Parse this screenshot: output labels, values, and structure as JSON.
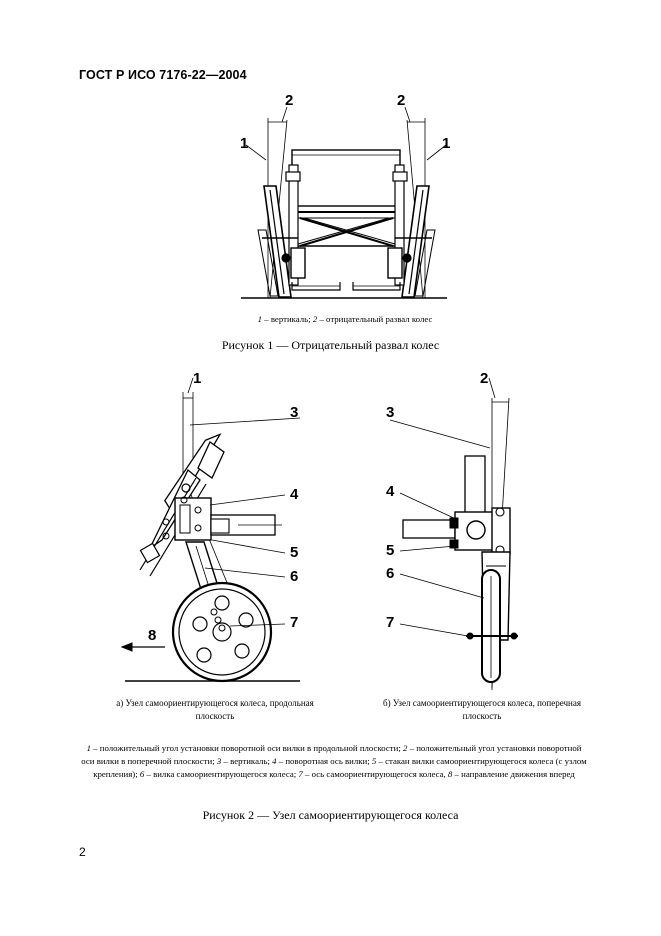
{
  "header": {
    "standard": "ГОСТ Р ИСО 7176-22—2004"
  },
  "figure1": {
    "legend": [
      {
        "num": "1",
        "text": " – вертикаль; "
      },
      {
        "num": "2",
        "text": " – отрицательный развал колес"
      }
    ],
    "title": "Рисунок 1 — Отрицательный развал колес",
    "labels": [
      "1",
      "2",
      "2",
      "1"
    ]
  },
  "figure2": {
    "sub_a": {
      "line1": "а)  Узел самоориентирующегося колеса, продольная",
      "line2": "плоскость"
    },
    "sub_b": {
      "line1": "б)  Узел самоориентирующегося колеса, поперечная",
      "line2": "плоскость"
    },
    "labels_a": [
      "1",
      "3",
      "4",
      "5",
      "6",
      "7",
      "8"
    ],
    "labels_b": [
      "2",
      "3",
      "4",
      "5",
      "6",
      "7"
    ],
    "legend": [
      {
        "num": "1",
        "text": " – положительный угол установки поворотной оси вилки в продольной плоскости;  "
      },
      {
        "num": "2",
        "text": " – положительный угол установки поворотной оси вилки в поперечной плоскости; "
      },
      {
        "num": "3",
        "text": " – вертикаль; "
      },
      {
        "num": "4",
        "text": " – поворотная ось вилки; "
      },
      {
        "num": "5",
        "text": " – стакан вилки самоориентирующегося колеса (с узлом крепления); "
      },
      {
        "num": "6",
        "text": " – вилка самоориентирующегося колеса; "
      },
      {
        "num": "7",
        "text": " – ось самоориентирующегося колеса, "
      },
      {
        "num": "8",
        "text": " – направление движения вперед"
      }
    ],
    "title": "Рисунок 2 — Узел самоориентирующегося колеса"
  },
  "page": {
    "number": "2"
  }
}
